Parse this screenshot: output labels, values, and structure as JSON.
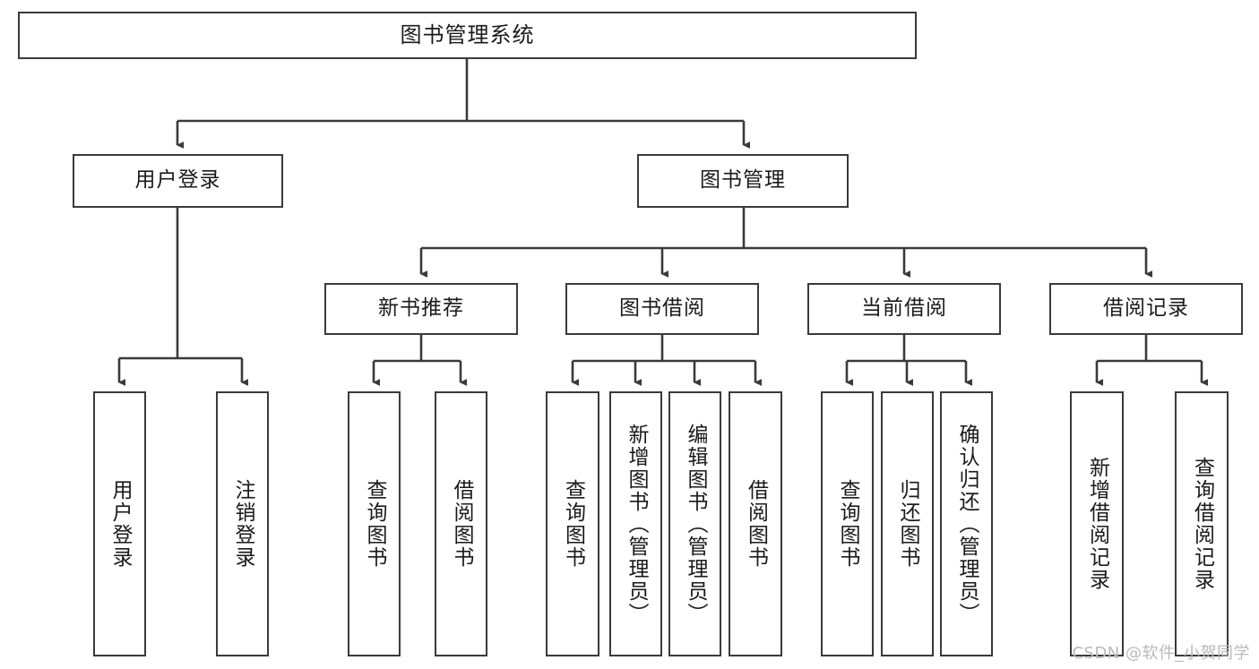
{
  "diagram": {
    "title": "图书管理系统",
    "watermark": "CSDN @软件_小贺同学",
    "line_color": "#3a3a3a",
    "box_fill": "#ffffff",
    "text_color": "#1a1a1a",
    "level2": [
      {
        "label": "用户登录"
      },
      {
        "label": "图书管理"
      }
    ],
    "level3": [
      {
        "label": "新书推荐"
      },
      {
        "label": "图书借阅"
      },
      {
        "label": "当前借阅"
      },
      {
        "label": "借阅记录"
      }
    ],
    "leaves": {
      "user_login": [
        {
          "label": "用户登录"
        },
        {
          "label": "注销登录"
        }
      ],
      "new_book": [
        {
          "label": "查询图书"
        },
        {
          "label": "借阅图书"
        }
      ],
      "book_borrow": [
        {
          "label": "查询图书"
        },
        {
          "label": "新增图书（管理员）"
        },
        {
          "label": "编辑图书（管理员）"
        },
        {
          "label": "借阅图书"
        }
      ],
      "current_borrow": [
        {
          "label": "查询图书"
        },
        {
          "label": "归还图书"
        },
        {
          "label": "确认归还（管理员）"
        }
      ],
      "borrow_record": [
        {
          "label": "新增借阅记录"
        },
        {
          "label": "查询借阅记录"
        }
      ]
    }
  }
}
